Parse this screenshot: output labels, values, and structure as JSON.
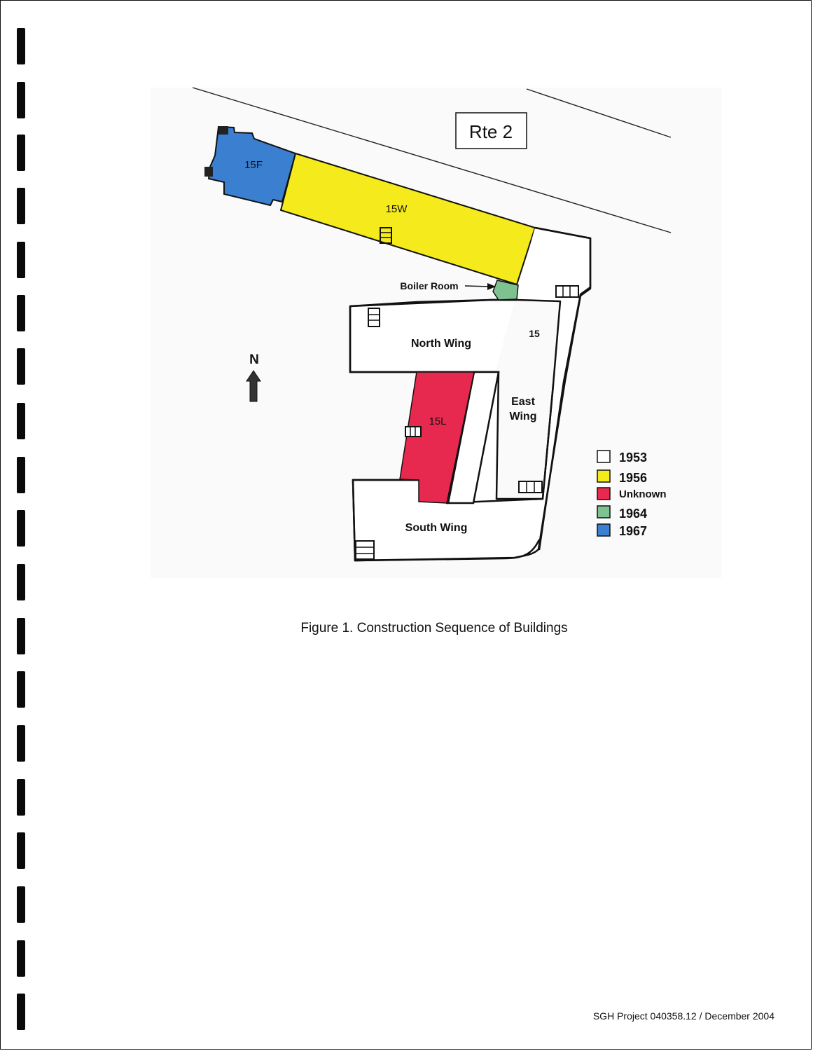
{
  "diagram": {
    "road_label": "Rte 2",
    "boiler_room_label": "Boiler Room",
    "building_number": "15",
    "north_arrow_label": "N",
    "buildings": [
      {
        "id": "15F",
        "label": "15F",
        "era": "1967",
        "color": "#3b7fd0"
      },
      {
        "id": "15W",
        "label": "15W",
        "era": "1956",
        "color": "#f5ea1c"
      },
      {
        "id": "15L",
        "label": "15L",
        "era": "Unknown",
        "color": "#e8294f"
      },
      {
        "id": "boiler-room",
        "label": "Boiler Room",
        "era": "1964",
        "color": "#7fc291"
      },
      {
        "id": "main",
        "label": "15",
        "era": "1953",
        "color": "#ffffff"
      }
    ],
    "wings": {
      "north": "North Wing",
      "east_line1": "East",
      "east_line2": "Wing",
      "south": "South Wing"
    },
    "legend": [
      {
        "label": "1953",
        "color": "#ffffff"
      },
      {
        "label": "1956",
        "color": "#f5ea1c"
      },
      {
        "label": "Unknown",
        "color": "#e8294f"
      },
      {
        "label": "1964",
        "color": "#7fc291"
      },
      {
        "label": "1967",
        "color": "#3b7fd0"
      }
    ]
  },
  "caption": "Figure 1. Construction Sequence of Buildings",
  "footer": "SGH Project 040358.12 / December 2004"
}
